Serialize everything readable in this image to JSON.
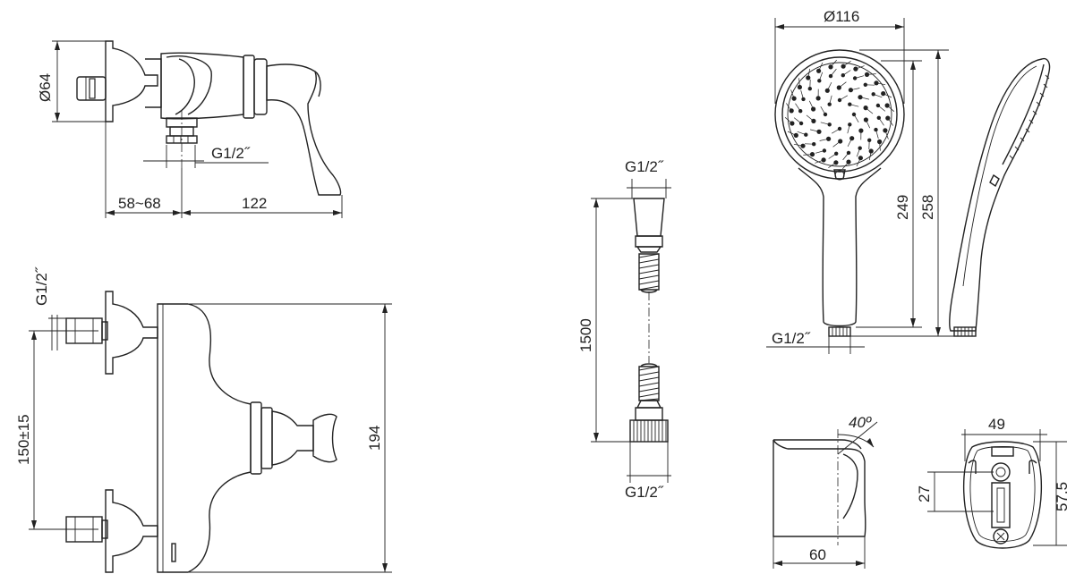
{
  "dimensions": {
    "mixer_diameter": "Ø64",
    "mixer_inlet_thread": "G1/2˝",
    "mixer_wall_offset": "58~68",
    "mixer_depth": "122",
    "front_inlet_thread": "G1/2˝",
    "front_center_distance": "150±15",
    "front_height": "194",
    "hose_top_thread": "G1/2˝",
    "hose_length": "1500",
    "hose_bottom_thread": "G1/2˝",
    "head_diameter": "Ø116",
    "head_length_inner": "249",
    "head_length_outer": "258",
    "head_thread": "G1/2˝",
    "holder_angle": "40º",
    "holder_depth": "60",
    "holder_width": "49",
    "holder_hole_offset": "27",
    "holder_height": "57.5"
  }
}
